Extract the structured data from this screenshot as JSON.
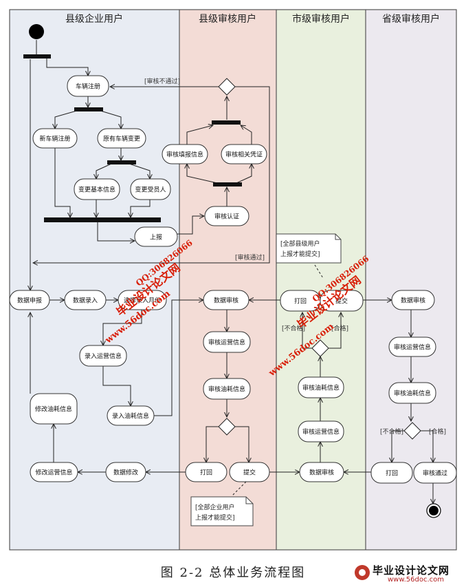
{
  "lanes": [
    {
      "title": "县级企业用户",
      "color": "#e8ecf3"
    },
    {
      "title": "县级审核用户",
      "color": "#f3dcd6"
    },
    {
      "title": "市级审核用户",
      "color": "#e9f0de"
    },
    {
      "title": "省级审核用户",
      "color": "#ece9ef"
    }
  ],
  "nodes": {
    "n_reg": "车辆注册",
    "n_new": "新车辆注册",
    "n_change": "原有车辆变更",
    "n_basic": "变更基本信息",
    "n_crew": "变更受员人",
    "n_report_up": "上报",
    "n_verify_info": "审核填报信息",
    "n_verify_cert": "审核相关凭证",
    "n_auth": "审核认证",
    "n_data_report": "数据申报",
    "n_data_entry": "数据录入",
    "n_select_month": "选择录入月份",
    "n_ops_in": "录入运营信息",
    "n_fuel_in": "录入油耗信息",
    "n_fix_fuel": "修改油耗信息",
    "n_fix_ops": "修改运营信息",
    "n_data_fix": "数据修改",
    "n_c_data": "数据审核",
    "n_c_ops": "审核运营信息",
    "n_c_fuel": "审核油耗信息",
    "n_c_back": "打回",
    "n_c_submit": "提交",
    "n_m_back": "打回",
    "n_m_submit": "提交",
    "n_m_fuel": "审核油耗信息",
    "n_m_ops": "审核运营信息",
    "n_m_data": "数据审核",
    "n_p_data": "数据审核",
    "n_p_ops": "审核运营信息",
    "n_p_fuel": "审核油耗信息",
    "n_p_back": "打回",
    "n_p_pass": "审核通过"
  },
  "labels": {
    "fail": "[审核不通过]",
    "pass": "[审核通过]",
    "qualified_m": "[合格]",
    "unqualified_m": "[不合格]",
    "unqualified_p": "[不合格]",
    "qualified_p": "[合格]"
  },
  "notes": {
    "county_line1": "[全部县级用户",
    "county_line2": "上报才能提交]",
    "ent_line1": "[全部企业用户",
    "ent_line2": "上报才能提交]"
  },
  "watermarks": [
    {
      "line1": "毕业设计论文网",
      "line2": "www.56doc.com",
      "line3": "QQ:306826066"
    },
    {
      "line1": "毕业设计论文网",
      "line2": "www.56doc.com",
      "line3": "QQ:306826066"
    }
  ],
  "caption": "图 2-2   总体业务流程图",
  "logo": {
    "main": "毕业设计论文网",
    "sub": "www.56doc.com"
  }
}
